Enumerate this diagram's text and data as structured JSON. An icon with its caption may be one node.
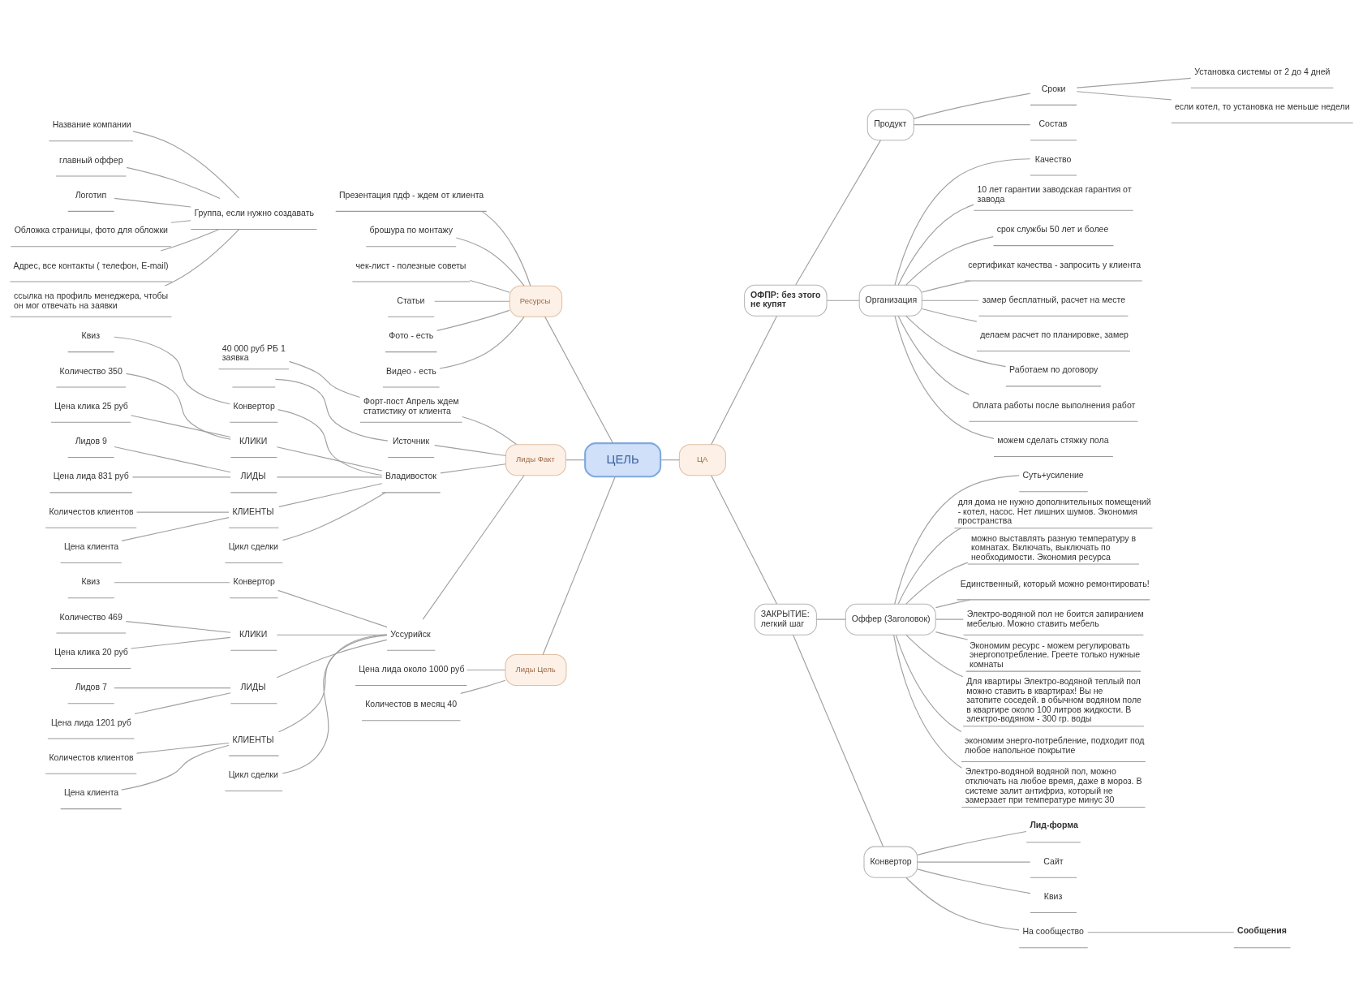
{
  "diagram": {
    "nodes": [
      {
        "text": [
          "ЦЕЛЬ"
        ]
      },
      {
        "text": [
          "Ресурсы"
        ]
      },
      {
        "text": [
          "Презентация пдф - ждем от клиента"
        ]
      },
      {
        "text": [
          "брошура по монтажу"
        ]
      },
      {
        "text": [
          "чек-лист - полезные советы"
        ]
      },
      {
        "text": [
          "Статьи"
        ]
      },
      {
        "text": [
          "Фото - есть"
        ]
      },
      {
        "text": [
          "Видео - есть"
        ]
      },
      {
        "text": [
          "Лиды Факт"
        ]
      },
      {
        "text": [
          "Форт-пост Апрель ждем статистику от клиента"
        ]
      },
      {
        "text": [
          "40 000 руб РБ 1 заявка"
        ]
      },
      {
        "text": [
          "Источник"
        ]
      },
      {
        "text": [],
        "shape": "line"
      },
      {
        "text": [
          "Владивосток"
        ]
      },
      {
        "text": [
          "Конвертор"
        ]
      },
      {
        "text": [
          "Квиз"
        ]
      },
      {
        "text": [
          "КЛИКИ"
        ]
      },
      {
        "text": [
          "Количество 350"
        ]
      },
      {
        "text": [
          "Цена клика 25 руб"
        ]
      },
      {
        "text": [
          "ЛИДЫ"
        ]
      },
      {
        "text": [
          "Лидов 9"
        ]
      },
      {
        "text": [
          "Цена лида 831 руб"
        ]
      },
      {
        "text": [
          "КЛИЕНТЫ"
        ]
      },
      {
        "text": [
          "Количестов клиентов"
        ]
      },
      {
        "text": [
          "Цена клиента"
        ]
      },
      {
        "text": [
          "Цикл сделки"
        ]
      },
      {
        "text": [
          "Уссурийск"
        ]
      },
      {
        "text": [
          "Конвертор"
        ]
      },
      {
        "text": [
          "Квиз"
        ]
      },
      {
        "text": [
          "КЛИКИ"
        ]
      },
      {
        "text": [
          "Количество 469"
        ]
      },
      {
        "text": [
          "Цена клика 20 руб"
        ]
      },
      {
        "text": [
          "ЛИДЫ"
        ]
      },
      {
        "text": [
          "Лидов 7"
        ]
      },
      {
        "text": [
          "Цена лида 1201 руб"
        ]
      },
      {
        "text": [
          "КЛИЕНТЫ"
        ]
      },
      {
        "text": [
          "Количестов клиентов"
        ]
      },
      {
        "text": [
          "Цена клиента"
        ]
      },
      {
        "text": [
          "Цикл сделки"
        ]
      },
      {
        "text": [
          "Лиды Цель"
        ]
      },
      {
        "text": [
          "Цена лида около 1000 руб"
        ]
      },
      {
        "text": [
          "Количестов в месяц 40"
        ]
      },
      {
        "text": [
          "Группа, если нужно создавать"
        ]
      },
      {
        "text": [
          "Название компании"
        ]
      },
      {
        "text": [
          "главный оффер"
        ]
      },
      {
        "text": [
          "Логотип"
        ]
      },
      {
        "text": [
          "Обложка страницы, фото для обложки"
        ]
      },
      {
        "text": [
          "Адрес, все контакты ( телефон, E-mail)"
        ]
      },
      {
        "text": [
          "ссылка на профиль менеджера, чтобы он мог отвечать на заявки"
        ]
      },
      {
        "text": [
          "ЦА"
        ]
      },
      {
        "text": [
          "ОФПР: без этого не купят"
        ]
      },
      {
        "text": [
          "Продукт"
        ]
      },
      {
        "text": [
          "Сроки"
        ]
      },
      {
        "text": [
          "Установка системы от 2 до 4 дней"
        ]
      },
      {
        "text": [
          "если котел, то установка не меньше недели"
        ]
      },
      {
        "text": [
          "Состав"
        ]
      },
      {
        "text": [
          "Организация"
        ]
      },
      {
        "text": [
          "Качество"
        ]
      },
      {
        "text": [
          "10 лет гарантии заводская гарантия от завода"
        ]
      },
      {
        "text": [
          "срок службы 50 лет и более"
        ]
      },
      {
        "text": [
          "сертификат качества - запросить у клиента"
        ]
      },
      {
        "text": [
          "замер бесплатный, расчет на месте"
        ]
      },
      {
        "text": [
          "делаем расчет по планировке, замер"
        ]
      },
      {
        "text": [
          "Работаем по договору"
        ]
      },
      {
        "text": [
          "Оплата работы после выполнения работ"
        ]
      },
      {
        "text": [
          "можем сделать стяжку пола"
        ]
      },
      {
        "text": [
          "ЗАКРЫТИЕ: легкий шаг"
        ]
      },
      {
        "text": [
          "Оффер (Заголовок)"
        ]
      },
      {
        "text": [
          "Суть+усиление"
        ]
      },
      {
        "text": [
          "для дома не нужно дополнительных помещений - котел, насос. Нет лишних шумов. Экономия пространства"
        ]
      },
      {
        "text": [
          "можно выставлять разную температуру в комнатах. Включать, выключать по необходимости. Экономия ресурса"
        ]
      },
      {
        "text": [
          "Единственный, который можно ремонтировать!"
        ]
      },
      {
        "text": [
          "Электро-водяной пол не боится запиранием мебелью. Можно ставить мебель"
        ]
      },
      {
        "text": [
          "Экономим ресурс - можем регулировать энергопотребление. Греете только нужные комнаты"
        ]
      },
      {
        "text": [
          "Для квартиры Электро-водяной теплый пол можно ставить в квартирах! Вы не затопите соседей. в обычном водяном поле в квартире около 100 литров жидкости. В электро-водяном - 300 гр. воды"
        ]
      },
      {
        "text": [
          "экономим энерго-потребление, подходит под любое напольное покрытие"
        ]
      },
      {
        "text": [
          "Электро-водяной водяной пол, можно отключать на любое время, даже в мороз. В системе залит антифриз, который не замерзает при температуре минус 30"
        ]
      },
      {
        "text": [
          "Конвертор"
        ]
      },
      {
        "text": [
          "Лид-форма"
        ]
      },
      {
        "text": [
          "Сайт"
        ]
      },
      {
        "text": [
          "Квиз"
        ]
      },
      {
        "text": [
          "На сообщество"
        ]
      },
      {
        "text": [
          "Сообщения"
        ]
      }
    ],
    "edges": [
      {
        "from": 0,
        "to": 1,
        "arrow": "none"
      },
      {
        "from": 1,
        "to": 2,
        "arrow": "none"
      },
      {
        "from": 1,
        "to": 3,
        "arrow": "none"
      },
      {
        "from": 1,
        "to": 4,
        "arrow": "none"
      },
      {
        "from": 1,
        "to": 5,
        "arrow": "none"
      },
      {
        "from": 1,
        "to": 6,
        "arrow": "none"
      },
      {
        "from": 1,
        "to": 7,
        "arrow": "none"
      },
      {
        "from": 0,
        "to": 8,
        "arrow": "none"
      },
      {
        "from": 8,
        "to": 9,
        "arrow": "none"
      },
      {
        "from": 9,
        "to": 10,
        "arrow": "none"
      },
      {
        "from": 8,
        "to": 11,
        "arrow": "none"
      },
      {
        "from": 11,
        "to": 12,
        "arrow": "none"
      },
      {
        "from": 8,
        "to": 13,
        "arrow": "none"
      },
      {
        "from": 13,
        "to": 14,
        "arrow": "none"
      },
      {
        "from": 14,
        "to": 15,
        "arrow": "none"
      },
      {
        "from": 13,
        "to": 16,
        "arrow": "none"
      },
      {
        "from": 16,
        "to": 17,
        "arrow": "none"
      },
      {
        "from": 16,
        "to": 18,
        "arrow": "none"
      },
      {
        "from": 13,
        "to": 19,
        "arrow": "none"
      },
      {
        "from": 19,
        "to": 20,
        "arrow": "none"
      },
      {
        "from": 19,
        "to": 21,
        "arrow": "none"
      },
      {
        "from": 13,
        "to": 22,
        "arrow": "none"
      },
      {
        "from": 22,
        "to": 23,
        "arrow": "none"
      },
      {
        "from": 22,
        "to": 24,
        "arrow": "none"
      },
      {
        "from": 13,
        "to": 25,
        "arrow": "none"
      },
      {
        "from": 8,
        "to": 26,
        "arrow": "none"
      },
      {
        "from": 26,
        "to": 27,
        "arrow": "none"
      },
      {
        "from": 27,
        "to": 28,
        "arrow": "none"
      },
      {
        "from": 26,
        "to": 29,
        "arrow": "none"
      },
      {
        "from": 29,
        "to": 30,
        "arrow": "none"
      },
      {
        "from": 29,
        "to": 31,
        "arrow": "none"
      },
      {
        "from": 26,
        "to": 32,
        "arrow": "none"
      },
      {
        "from": 32,
        "to": 33,
        "arrow": "none"
      },
      {
        "from": 32,
        "to": 34,
        "arrow": "none"
      },
      {
        "from": 26,
        "to": 35,
        "arrow": "none"
      },
      {
        "from": 35,
        "to": 36,
        "arrow": "none"
      },
      {
        "from": 35,
        "to": 37,
        "arrow": "none"
      },
      {
        "from": 26,
        "to": 38,
        "arrow": "none"
      },
      {
        "from": 0,
        "to": 39,
        "arrow": "none"
      },
      {
        "from": 39,
        "to": 40,
        "arrow": "none"
      },
      {
        "from": 39,
        "to": 41,
        "arrow": "none"
      },
      {
        "from": 42,
        "to": 43,
        "arrow": "none"
      },
      {
        "from": 42,
        "to": 44,
        "arrow": "none"
      },
      {
        "from": 42,
        "to": 45,
        "arrow": "none"
      },
      {
        "from": 42,
        "to": 46,
        "arrow": "none"
      },
      {
        "from": 42,
        "to": 47,
        "arrow": "none"
      },
      {
        "from": 42,
        "to": 48,
        "arrow": "none"
      },
      {
        "from": 0,
        "to": 49,
        "arrow": "none"
      },
      {
        "from": 49,
        "to": 50,
        "arrow": "none"
      },
      {
        "from": 50,
        "to": 51,
        "arrow": "none"
      },
      {
        "from": 51,
        "to": 52,
        "arrow": "none"
      },
      {
        "from": 52,
        "to": 53,
        "arrow": "none"
      },
      {
        "from": 52,
        "to": 54,
        "arrow": "none"
      },
      {
        "from": 51,
        "to": 55,
        "arrow": "none"
      },
      {
        "from": 50,
        "to": 56,
        "arrow": "none"
      },
      {
        "from": 56,
        "to": 57,
        "arrow": "none"
      },
      {
        "from": 56,
        "to": 58,
        "arrow": "none"
      },
      {
        "from": 56,
        "to": 59,
        "arrow": "none"
      },
      {
        "from": 56,
        "to": 60,
        "arrow": "none"
      },
      {
        "from": 56,
        "to": 61,
        "arrow": "none"
      },
      {
        "from": 56,
        "to": 62,
        "arrow": "none"
      },
      {
        "from": 56,
        "to": 63,
        "arrow": "none"
      },
      {
        "from": 56,
        "to": 64,
        "arrow": "none"
      },
      {
        "from": 56,
        "to": 65,
        "arrow": "none"
      },
      {
        "from": 49,
        "to": 66,
        "arrow": "none"
      },
      {
        "from": 66,
        "to": 67,
        "arrow": "none"
      },
      {
        "from": 67,
        "to": 68,
        "arrow": "none"
      },
      {
        "from": 67,
        "to": 69,
        "arrow": "none"
      },
      {
        "from": 67,
        "to": 70,
        "arrow": "none"
      },
      {
        "from": 67,
        "to": 71,
        "arrow": "none"
      },
      {
        "from": 67,
        "to": 72,
        "arrow": "none"
      },
      {
        "from": 67,
        "to": 73,
        "arrow": "none"
      },
      {
        "from": 67,
        "to": 74,
        "arrow": "none"
      },
      {
        "from": 67,
        "to": 75,
        "arrow": "none"
      },
      {
        "from": 67,
        "to": 76,
        "arrow": "none"
      },
      {
        "from": 66,
        "to": 77,
        "arrow": "none"
      },
      {
        "from": 77,
        "to": 78,
        "arrow": "none"
      },
      {
        "from": 77,
        "to": 79,
        "arrow": "none"
      },
      {
        "from": 77,
        "to": 80,
        "arrow": "none"
      },
      {
        "from": 77,
        "to": 81,
        "arrow": "none"
      },
      {
        "from": 81,
        "to": 82,
        "arrow": "none"
      }
    ]
  }
}
